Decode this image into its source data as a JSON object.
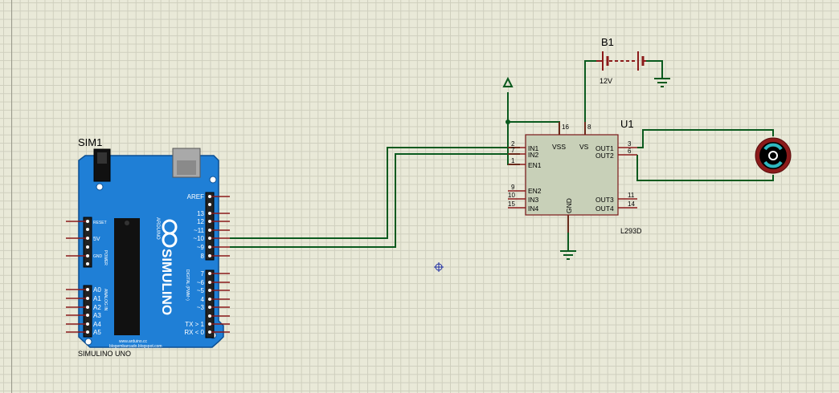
{
  "components": {
    "arduino": {
      "ref": "SIM1",
      "name": "SIMULINO UNO",
      "brand": "SIMULINO",
      "arduino_word": "ARDUINO",
      "url_line1": "www.arduino.cc",
      "url_line2": "blogembarcado.blogspot.com",
      "left_pins_top": [
        "RESET",
        "5V",
        "GND"
      ],
      "power_label": "POWER",
      "analog_pins": [
        "A0",
        "A1",
        "A2",
        "A3",
        "A4",
        "A5"
      ],
      "analog_label": "ANALOG IN",
      "digital_label": "DIGITAL (PWM~)",
      "right_pins_top": [
        "AREF",
        "13",
        "12",
        "~11",
        "~10",
        "~9",
        "8"
      ],
      "right_pins_bottom": [
        "7",
        "~6",
        "~5",
        "4",
        "~3",
        "TX > 1",
        "RX < 0"
      ]
    },
    "driver": {
      "ref": "U1",
      "part": "L293D",
      "left_labels": [
        "IN1",
        "IN2",
        "EN1",
        "EN2",
        "IN3",
        "IN4"
      ],
      "left_nums": [
        "2",
        "7",
        "1",
        "9",
        "10",
        "15"
      ],
      "right_labels": [
        "OUT1",
        "OUT2",
        "OUT3",
        "OUT4"
      ],
      "right_nums": [
        "3",
        "6",
        "11",
        "14"
      ],
      "top_labels": [
        "VSS",
        "VS"
      ],
      "top_nums": [
        "16",
        "8"
      ],
      "bottom_label": "GND"
    },
    "battery": {
      "ref": "B1",
      "value": "12V"
    }
  },
  "colors": {
    "wire": "#0a5a1e",
    "pin": "#8b1a1a",
    "board": "#1f7fd6",
    "chip_body": "#c8d0b8"
  }
}
